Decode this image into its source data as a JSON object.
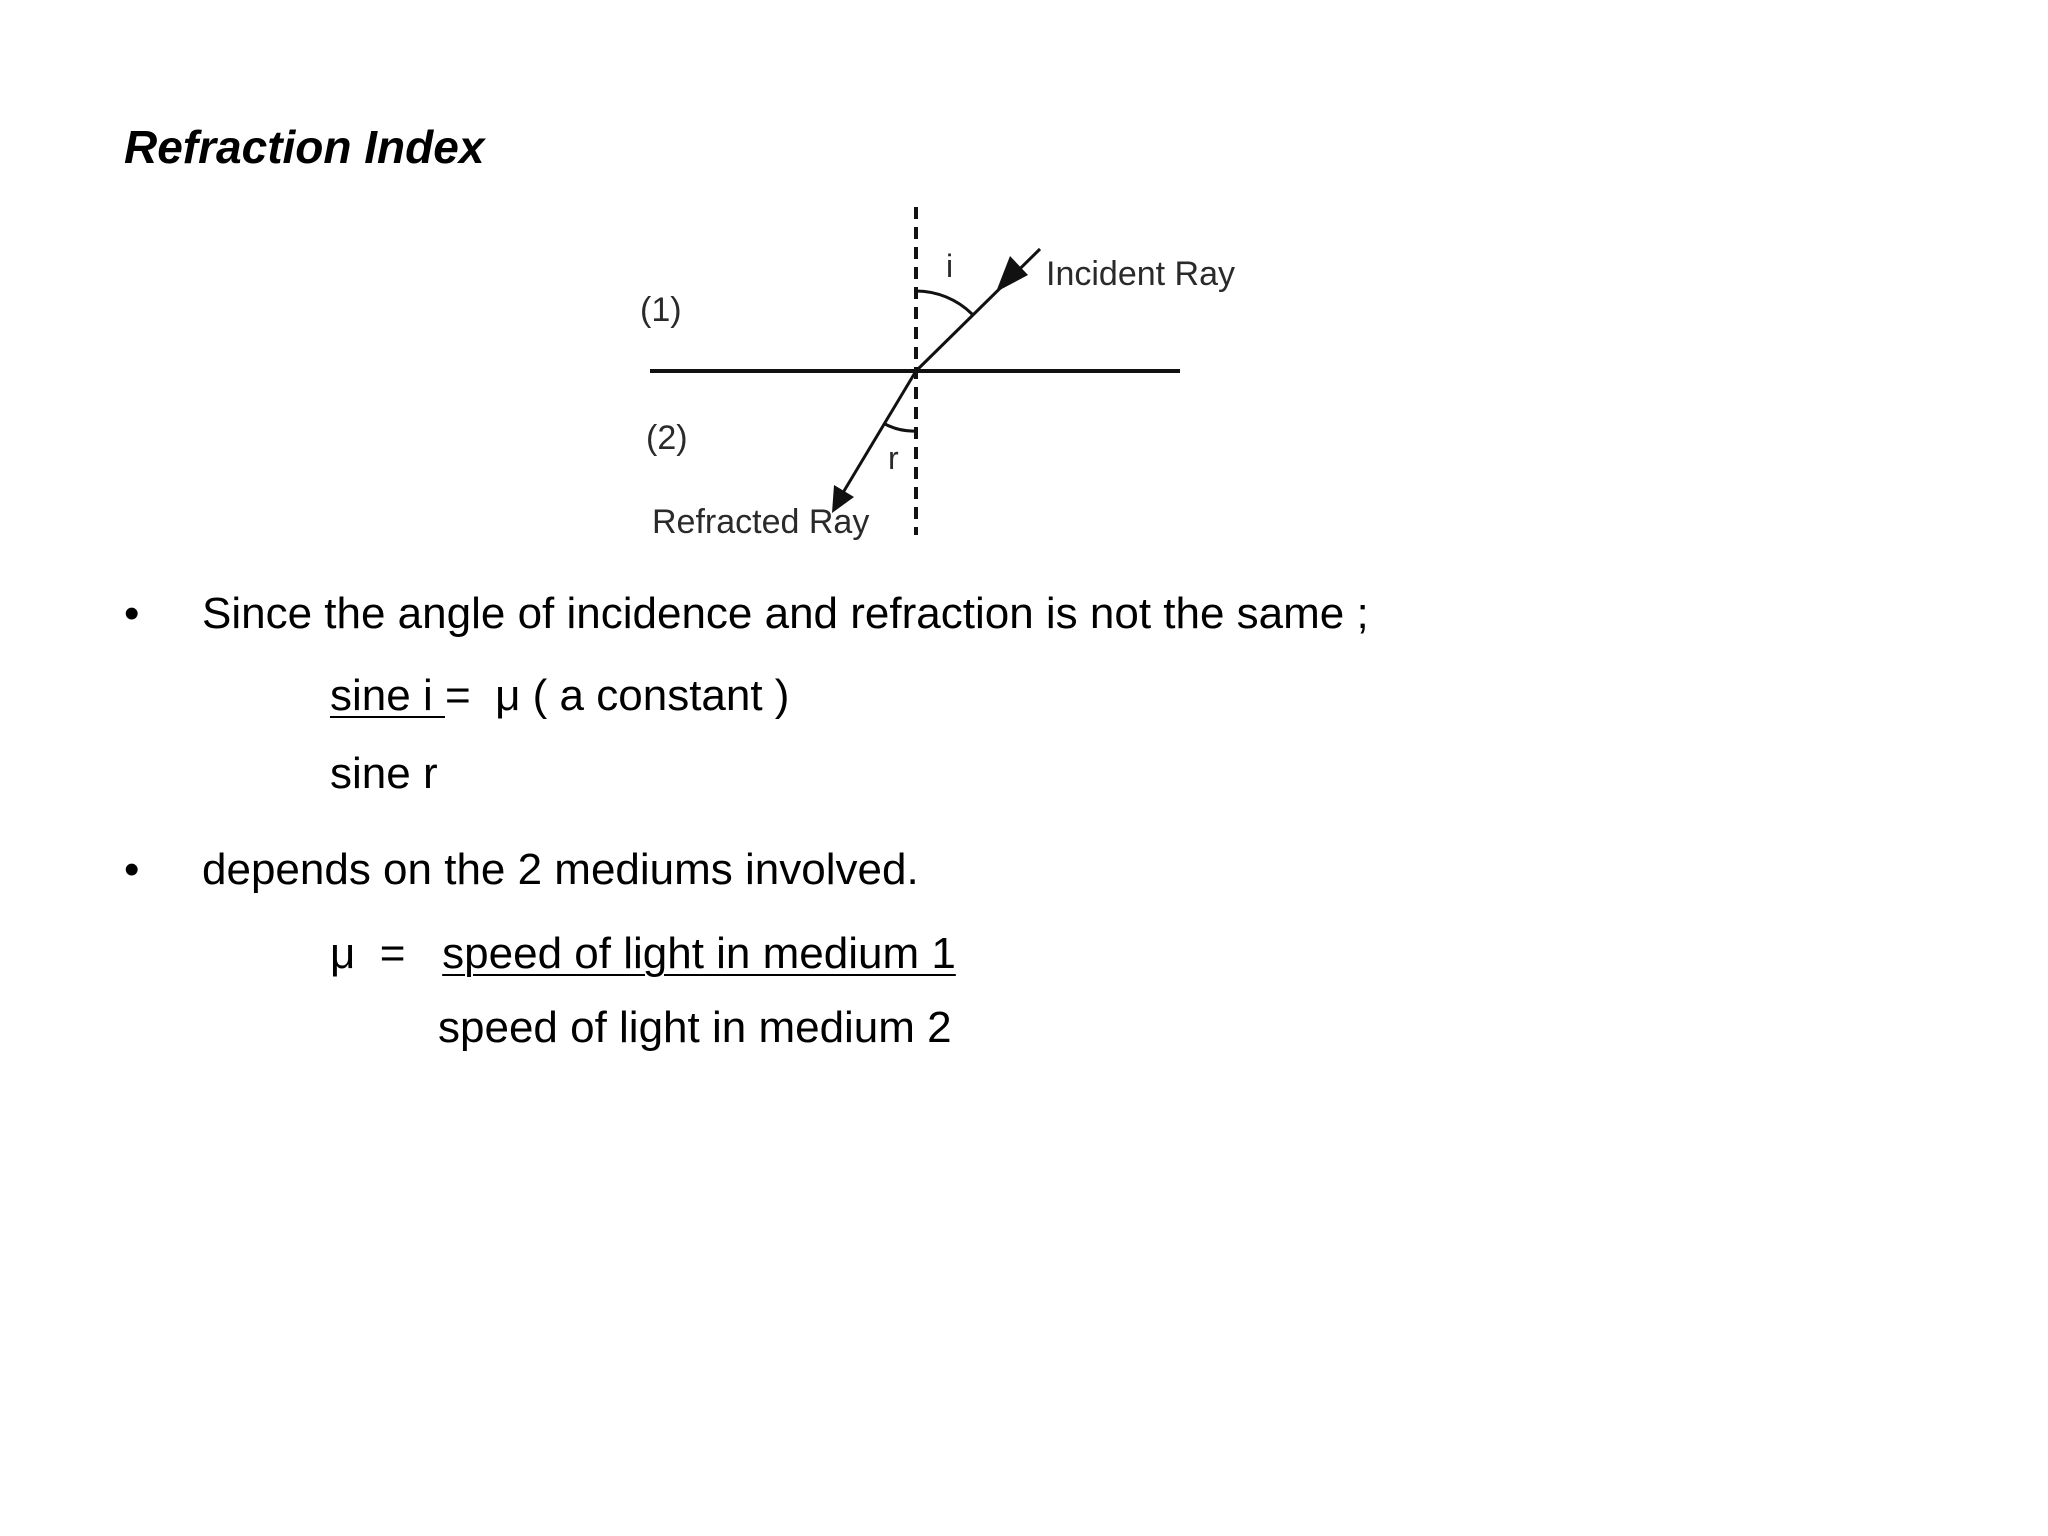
{
  "title": "Refraction Index",
  "diagram": {
    "medium1_label": "(1)",
    "medium2_label": "(2)",
    "incident_label": "Incident Ray",
    "refracted_label": "Refracted Ray",
    "angle_i_label": "i",
    "angle_r_label": "r"
  },
  "bullets": [
    {
      "marker": "•",
      "text": "Since the angle of incidence and refraction is not the same ;"
    },
    {
      "marker": "•",
      "text": "depends on the 2 mediums involved."
    }
  ],
  "equation1": {
    "numerator": "sine i ",
    "rest": "=  μ ( a constant )",
    "denominator": "sine r"
  },
  "equation2": {
    "lhs": "μ  =   ",
    "numerator": "speed of light in medium 1",
    "denominator": "speed of light in medium 2"
  }
}
